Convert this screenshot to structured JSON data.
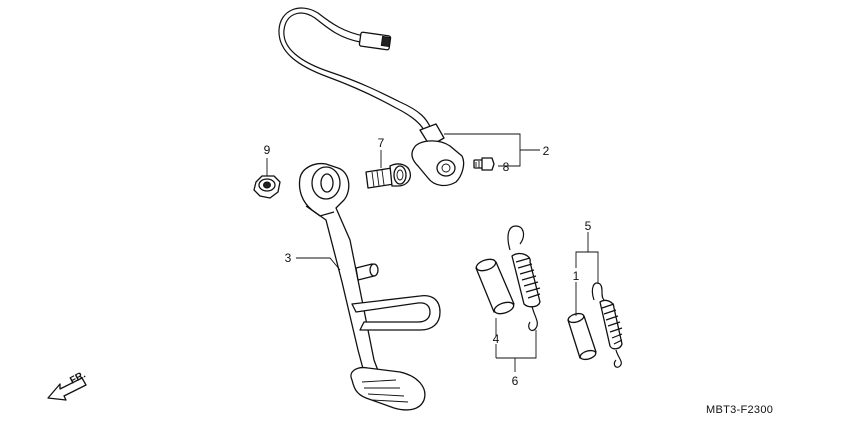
{
  "callouts": {
    "c1": "1",
    "c2": "2",
    "c3": "3",
    "c4": "4",
    "c5": "5",
    "c6": "6",
    "c7": "7",
    "c8": "8",
    "c9": "9"
  },
  "direction_label": "FR.",
  "diagram_code": "MBT3-F2300"
}
